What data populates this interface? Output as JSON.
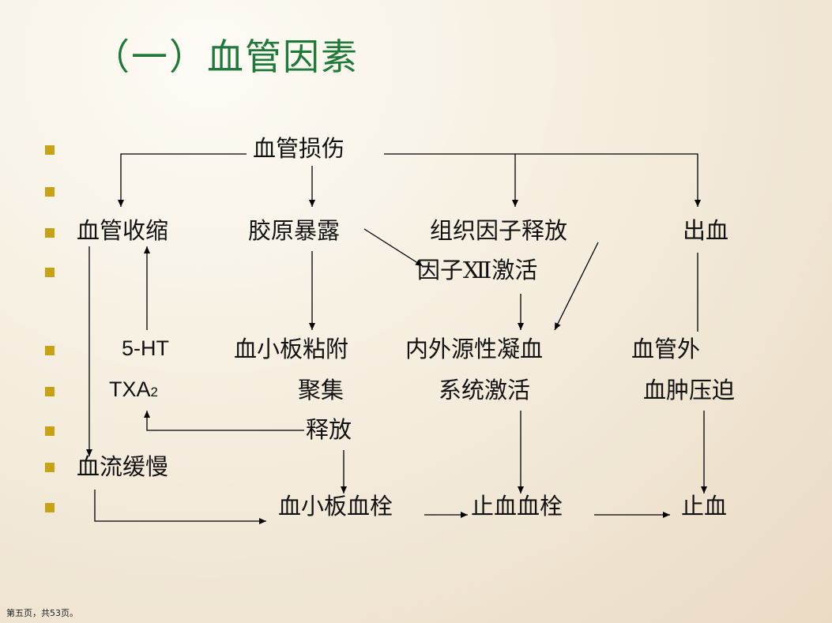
{
  "slide": {
    "title": "（一）血管因素",
    "footer": "第五页，共53页。"
  },
  "nodes": {
    "injury": "血管损伤",
    "vasoconstriction": "血管收缩",
    "collagen": "胶原暴露",
    "tissue_factor": "组织因子释放",
    "bleeding": "出血",
    "factor12": "因子Ⅻ激活",
    "ht5": "5-HT",
    "txa": "TXA",
    "txa_sub": "2",
    "adhesion": "血小板粘附",
    "coag": "内外源性凝血",
    "extravascular": "血管外",
    "aggregation": "聚集",
    "system": "系统激活",
    "hematoma": "血肿压迫",
    "release": "释放",
    "slow_flow": "血流缓慢",
    "platelet_thrombus": "血小板血栓",
    "hemostatic_thrombus": "止血血栓",
    "hemostasis": "止血"
  },
  "colors": {
    "title": "#1f7a3a",
    "bullet": "#c9a114",
    "text": "#111111"
  }
}
